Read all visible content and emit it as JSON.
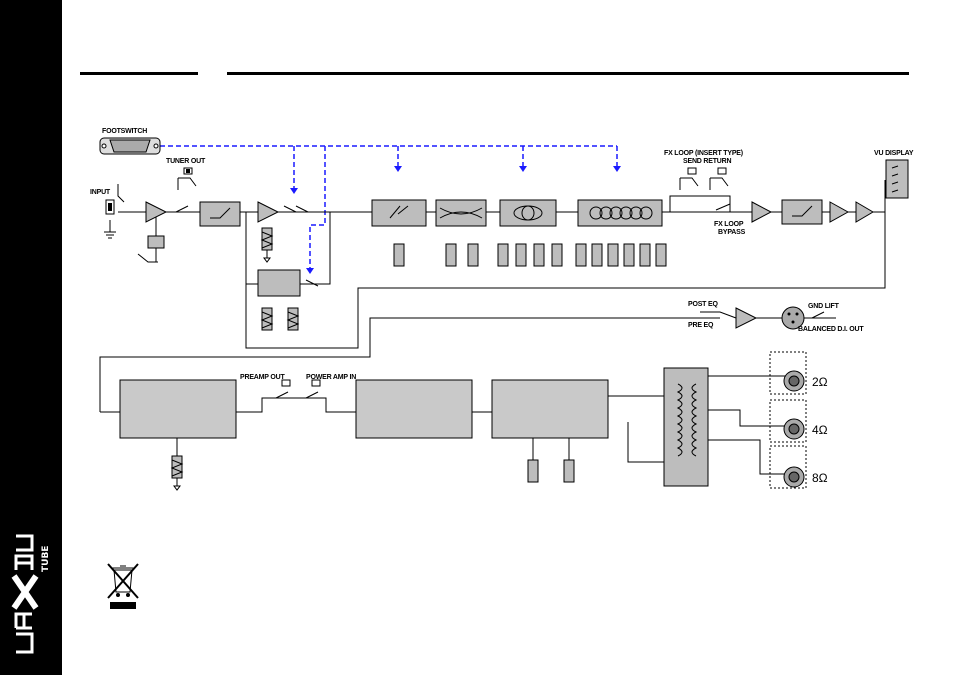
{
  "colors": {
    "sidebar": "#000000",
    "dashed_control": "#1a1aff",
    "block_fill": "#bdbdbd"
  },
  "labels": {
    "footswitch": "FOOTSWITCH",
    "tuner_out": "TUNER OUT",
    "input": "INPUT",
    "fx_loop_title": "FX LOOP (INSERT TYPE)",
    "send_return": "SEND RETURN",
    "fx_loop_bypass_1": "FX LOOP",
    "fx_loop_bypass_2": "BYPASS",
    "vu_display": "VU DISPLAY",
    "post_eq": "POST EQ",
    "pre_eq": "PRE EQ",
    "gnd_lift": "GND LIFT",
    "balanced_di_out": "BALANCED D.I. OUT",
    "preamp_out": "PREAMP OUT",
    "power_amp_in": "POWER AMP IN"
  },
  "speaker_outputs": [
    "2Ω",
    "4Ω",
    "8Ω"
  ],
  "icons": {
    "weee": "crossed-bin-icon",
    "brand": "nexus-tube-logo"
  }
}
